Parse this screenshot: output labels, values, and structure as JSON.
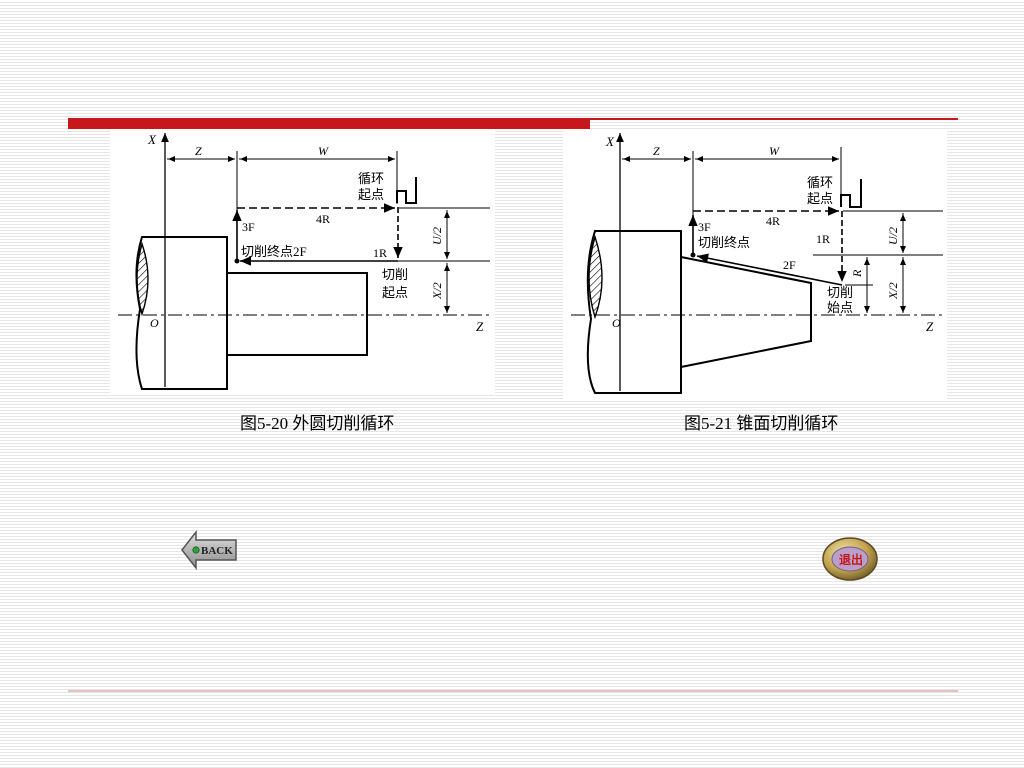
{
  "fig1": {
    "axis_x": "X",
    "axis_z": "Z",
    "origin": "O",
    "dim_z": "Z",
    "dim_w": "W",
    "dim_u2": "U/2",
    "dim_x2": "X/2",
    "start_point": [
      "循环",
      "起点"
    ],
    "cut_start": [
      "切削",
      "起点"
    ],
    "cut_end": "切削终点2F",
    "step_3f": "3F",
    "step_4r": "4R",
    "step_1r": "1R"
  },
  "fig2": {
    "axis_x": "X",
    "axis_z": "Z",
    "origin": "O",
    "dim_z": "Z",
    "dim_w": "W",
    "dim_u2": "U/2",
    "dim_x2": "X/2",
    "dim_r": "R",
    "start_point": [
      "循环",
      "起点"
    ],
    "cut_start": [
      "切削",
      "始点"
    ],
    "cut_end": "切削终点",
    "step_3f": "3F",
    "step_4r": "4R",
    "step_1r": "1R",
    "step_2f": "2F"
  },
  "captions": {
    "fig1": "图5-20  外圆切削循环",
    "fig2": "图5-21 锥面切削循环"
  },
  "buttons": {
    "back": "BACK",
    "exit": "退出"
  },
  "colors": {
    "accent_red": "#c8161d"
  }
}
